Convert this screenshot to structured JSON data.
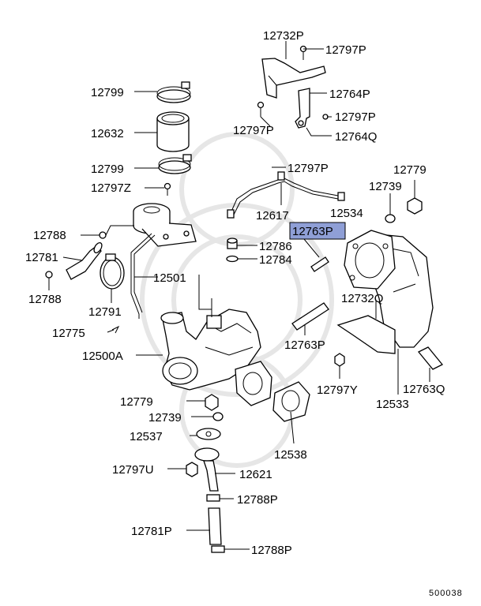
{
  "diagram": {
    "highlight_color": "#8f9fd6",
    "labels": {
      "p12732P": "12732P",
      "p12797P_a": "12797P",
      "p12764P": "12764P",
      "p12797P_b": "12797P",
      "p12797P_c": "12797P",
      "p12764Q": "12764Q",
      "p12799_a": "12799",
      "p12632": "12632",
      "p12799_b": "12799",
      "p12797Z": "12797Z",
      "p12797P_d": "12797P",
      "p12779_a": "12779",
      "p12739_a": "12739",
      "p12617": "12617",
      "p12534": "12534",
      "p12763P_hl": "12763P",
      "p12788_a": "12788",
      "p12786": "12786",
      "p12784": "12784",
      "p12781": "12781",
      "p12501": "12501",
      "p12788_b": "12788",
      "p12791": "12791",
      "p12732Q": "12732Q",
      "p12775": "12775",
      "p12763P_b": "12763P",
      "p12500A": "12500A",
      "p12797Y": "12797Y",
      "p12763Q": "12763Q",
      "p12779_b": "12779",
      "p12533": "12533",
      "p12739_b": "12739",
      "p12537": "12537",
      "p12538": "12538",
      "p12797U": "12797U",
      "p12621": "12621",
      "p12788P_a": "12788P",
      "p12781P": "12781P",
      "p12788P_b": "12788P",
      "diagram_id": "500038"
    }
  }
}
